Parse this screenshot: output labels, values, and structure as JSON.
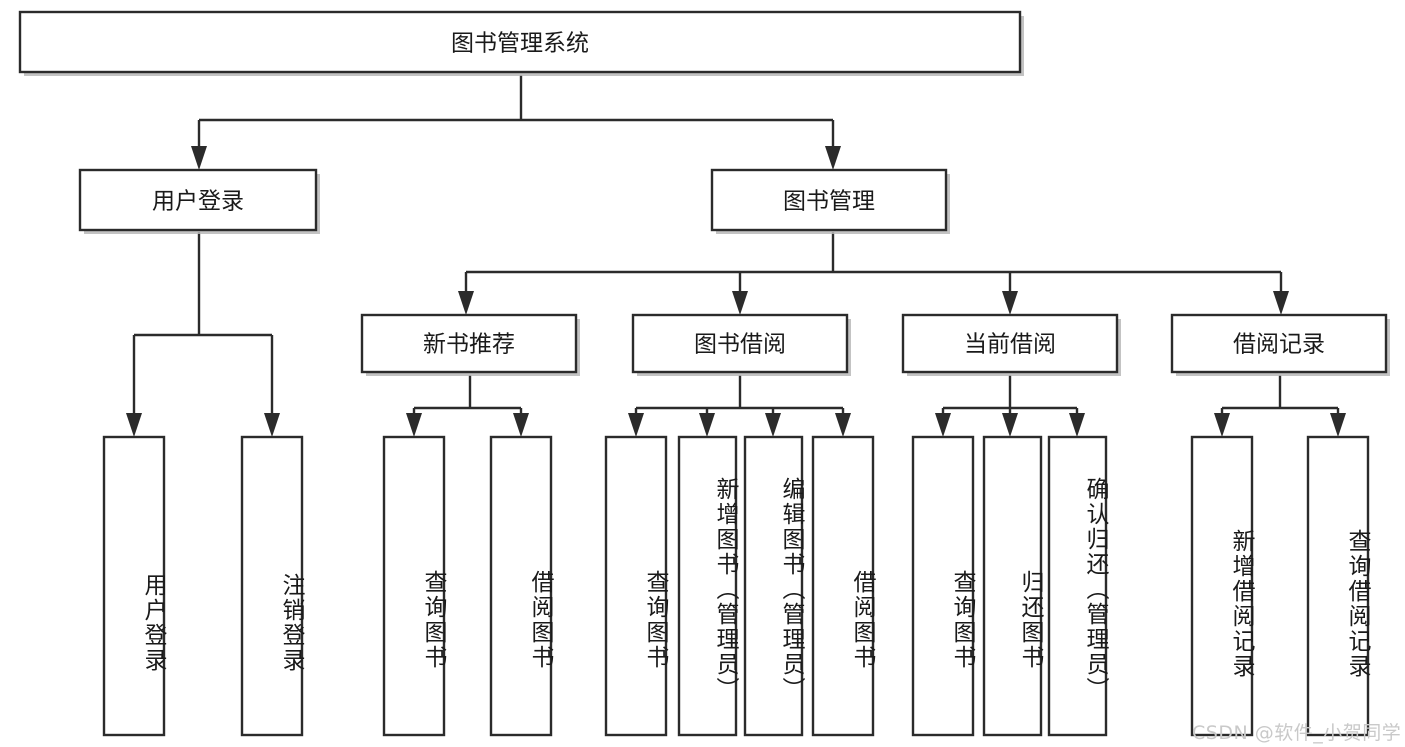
{
  "diagram": {
    "title": "图书管理系统",
    "type": "tree-hierarchy",
    "root": {
      "id": "root",
      "label": "图书管理系统",
      "orientation": "horizontal"
    },
    "level1": [
      {
        "id": "user-login",
        "label": "用户登录",
        "orientation": "horizontal"
      },
      {
        "id": "book-manage",
        "label": "图书管理",
        "orientation": "horizontal"
      }
    ],
    "level2": [
      {
        "id": "new-book-rec",
        "label": "新书推荐",
        "orientation": "horizontal",
        "parent": "book-manage"
      },
      {
        "id": "book-borrow",
        "label": "图书借阅",
        "orientation": "horizontal",
        "parent": "book-manage"
      },
      {
        "id": "current-borrow",
        "label": "当前借阅",
        "orientation": "horizontal",
        "parent": "book-manage"
      },
      {
        "id": "borrow-record",
        "label": "借阅记录",
        "orientation": "horizontal",
        "parent": "book-manage"
      }
    ],
    "leaves": [
      {
        "id": "leaf-user-login",
        "label": "用户登录",
        "orientation": "vertical",
        "parent": "user-login"
      },
      {
        "id": "leaf-user-logout",
        "label": "注销登录",
        "orientation": "vertical",
        "parent": "user-login"
      },
      {
        "id": "leaf-rec-query",
        "label": "查询图书",
        "orientation": "vertical",
        "parent": "new-book-rec"
      },
      {
        "id": "leaf-rec-borrow",
        "label": "借阅图书",
        "orientation": "vertical",
        "parent": "new-book-rec"
      },
      {
        "id": "leaf-borrow-query",
        "label": "查询图书",
        "orientation": "vertical",
        "parent": "book-borrow"
      },
      {
        "id": "leaf-borrow-add",
        "label": "新增图书（管理员）",
        "orientation": "vertical",
        "parent": "book-borrow"
      },
      {
        "id": "leaf-borrow-edit",
        "label": "编辑图书（管理员）",
        "orientation": "vertical",
        "parent": "book-borrow"
      },
      {
        "id": "leaf-borrow-do",
        "label": "借阅图书",
        "orientation": "vertical",
        "parent": "book-borrow"
      },
      {
        "id": "leaf-cur-query",
        "label": "查询图书",
        "orientation": "vertical",
        "parent": "current-borrow"
      },
      {
        "id": "leaf-cur-return",
        "label": "归还图书",
        "orientation": "vertical",
        "parent": "current-borrow"
      },
      {
        "id": "leaf-cur-confirm",
        "label": "确认归还（管理员）",
        "orientation": "vertical",
        "parent": "current-borrow"
      },
      {
        "id": "leaf-rec-add",
        "label": "新增借阅记录",
        "orientation": "vertical",
        "parent": "borrow-record"
      },
      {
        "id": "leaf-rec-search",
        "label": "查询借阅记录",
        "orientation": "vertical",
        "parent": "borrow-record"
      }
    ],
    "colors": {
      "box_border": "#2b2b2b",
      "box_fill": "#ffffff",
      "line": "#2b2b2b",
      "text": "#1a1a1a",
      "watermark": "#c9c9c9",
      "background": "#ffffff"
    }
  },
  "watermark": {
    "text": "CSDN @软件_小贺同学"
  }
}
